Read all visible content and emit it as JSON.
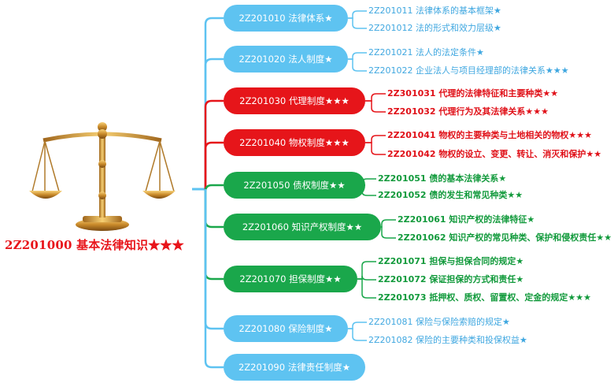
{
  "root": {
    "title": "2Z201000 基本法律知识★★★"
  },
  "colors": {
    "blue": "#5ec3f1",
    "red": "#e6151a",
    "green": "#1aa74b",
    "trunk": "#5ec3f1"
  },
  "branches": [
    {
      "label": "2Z201010 法律体系★",
      "color": "blue",
      "leaves": [
        "2Z201011 法律体系的基本框架★",
        "2Z201012 法的形式和效力层级★"
      ]
    },
    {
      "label": "2Z201020 法人制度★",
      "color": "blue",
      "leaves": [
        "2Z201021 法人的法定条件★",
        "2Z201022 企业法人与项目经理部的法律关系★★★"
      ]
    },
    {
      "label": "2Z201030 代理制度★★★",
      "color": "red",
      "leaves": [
        "2Z301031 代理的法律特征和主要种类★★",
        "2Z201032 代理行为及其法律关系★★★"
      ]
    },
    {
      "label": "2Z201040 物权制度★★★",
      "color": "red",
      "leaves": [
        "2Z201041 物权的主要种类与土地相关的物权★★★",
        "2Z201042 物权的设立、变更、转让、消灭和保护★★"
      ]
    },
    {
      "label": "2Z201050 债权制度★★",
      "color": "green",
      "leaves": [
        "2Z201051 债的基本法律关系★",
        "2Z201052 债的发生和常见种类★★"
      ]
    },
    {
      "label": "2Z201060 知识产权制度★★",
      "color": "green",
      "leaves": [
        "2Z201061 知识产权的法律特征★",
        "2Z201062 知识产权的常见种类、保护和侵权责任★★"
      ]
    },
    {
      "label": "2Z201070 担保制度★★",
      "color": "green",
      "leaves": [
        "2Z201071 担保与担保合同的规定★",
        "2Z201072 保证担保的方式和责任★",
        "2Z201073 抵押权、质权、留置权、定金的规定★★★"
      ]
    },
    {
      "label": "2Z201080 保险制度★",
      "color": "blue",
      "leaves": [
        "2Z201081 保险与保险索赔的规定★",
        "2Z201082 保险的主要种类和投保权益★"
      ]
    },
    {
      "label": "2Z201090 法律责任制度★",
      "color": "blue",
      "leaves": []
    }
  ]
}
